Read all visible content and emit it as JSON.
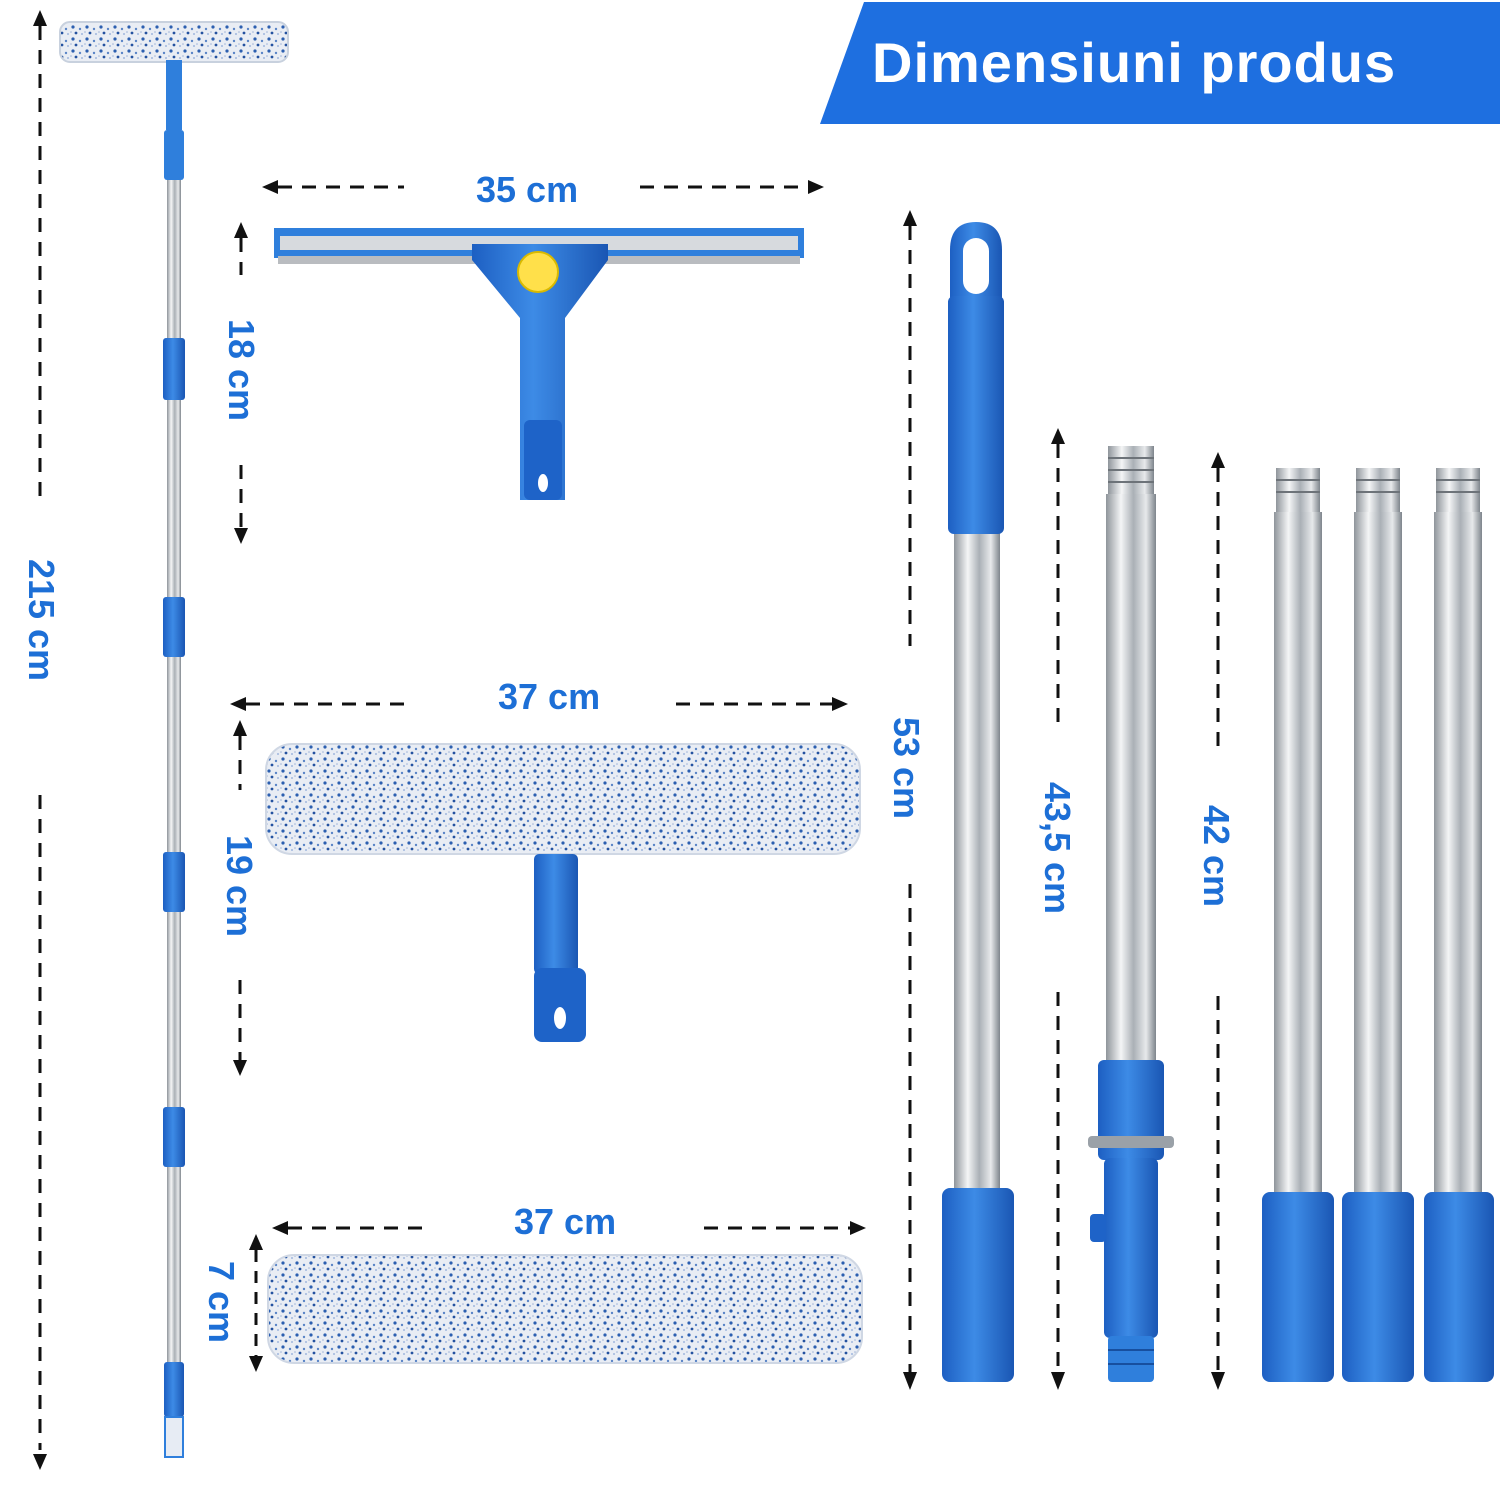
{
  "banner": {
    "title": "Dimensiuni produs"
  },
  "colors": {
    "accent_blue": "#1e6fe0",
    "label_blue": "#1d6fd6",
    "part_blue": "#2f7fdc",
    "steel": "#c9ccd0",
    "arrow": "#111111"
  },
  "dimensions": {
    "total_length": "215 cm",
    "squeegee_width": "35 cm",
    "squeegee_height": "18 cm",
    "washer_width": "37 cm",
    "washer_height": "19 cm",
    "sleeve_width": "37 cm",
    "sleeve_height": "7 cm",
    "handle_pole_length": "53 cm",
    "adapter_pole_length": "43,5 cm",
    "extension_pole_length": "42 cm"
  },
  "icons": [
    "assembled-pole-icon",
    "squeegee-icon",
    "washer-icon",
    "microfiber-sleeve-icon",
    "handle-pole-icon",
    "adapter-pole-icon",
    "extension-pole-icon"
  ]
}
